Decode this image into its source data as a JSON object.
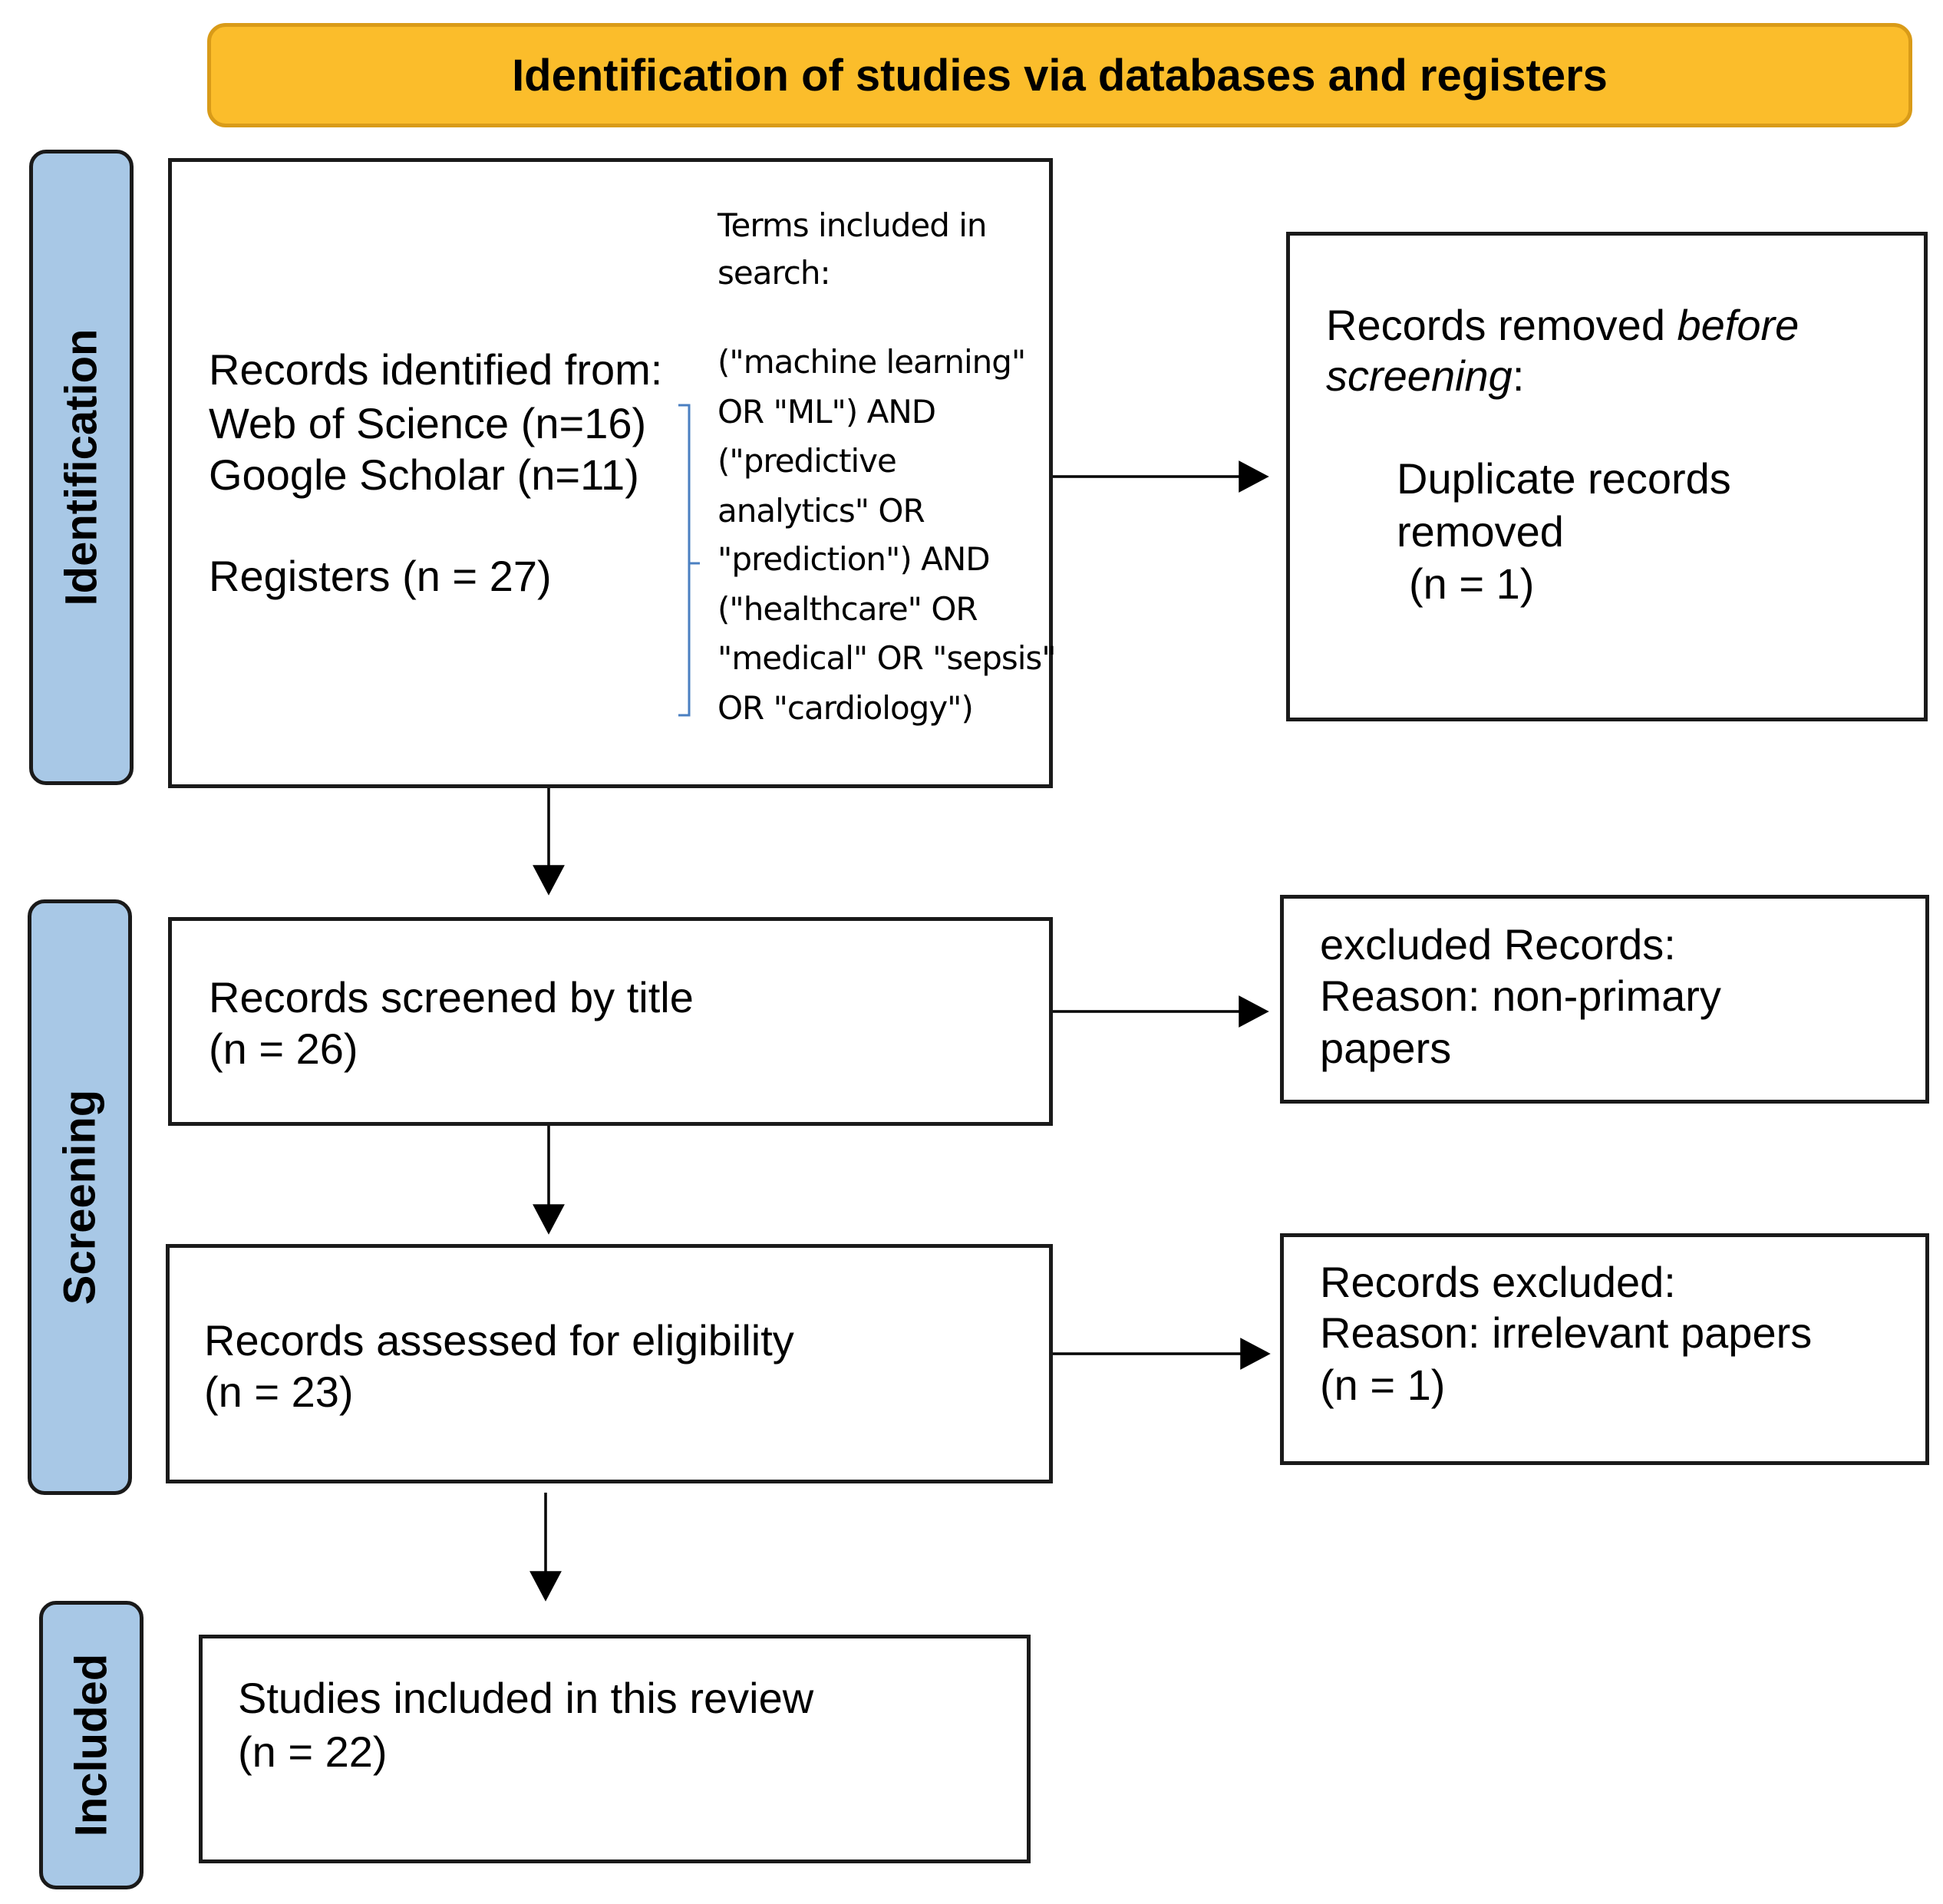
{
  "header": {
    "title": "Identification of studies via databases and registers"
  },
  "stages": {
    "identification": "Identification",
    "screening": "Screening",
    "included": "Included"
  },
  "identification_box": {
    "line1": "Records identified from:",
    "line2": "Web of Science (n=16)",
    "line3": "Google Scholar (n=11)",
    "line4": "Registers (n = 27)",
    "terms_heading_1": "Terms included in",
    "terms_heading_2": "search:",
    "terms": [
      " (\"machine learning\"",
      "OR \"ML\") AND",
      "(\"predictive",
      "analytics\" OR",
      "\"prediction\") AND",
      "(\"healthcare\" OR",
      "\"medical\" OR \"sepsis\"",
      "OR \"cardiology\")"
    ]
  },
  "removed_box": {
    "line1": "Records removed ",
    "line1_italic": "before",
    "line2_italic": "screening",
    "line2_tail": ":",
    "line3": "Duplicate records",
    "line4": "removed",
    "line5": "(n = 1)"
  },
  "screened_box": {
    "line1": "Records screened by title",
    "line2": "(n = 26)"
  },
  "excluded_box_1": {
    "line1": "excluded Records:",
    "line2": "Reason: non-primary",
    "line3": "papers"
  },
  "eligibility_box": {
    "line1": "Records assessed for eligibility",
    "line2": "(n = 23)"
  },
  "excluded_box_2": {
    "line1": "Records excluded:",
    "line2": "Reason: irrelevant papers",
    "line3": "(n = 1)"
  },
  "included_box": {
    "line1": "Studies included in this review",
    "line2": "(n = 22)"
  }
}
